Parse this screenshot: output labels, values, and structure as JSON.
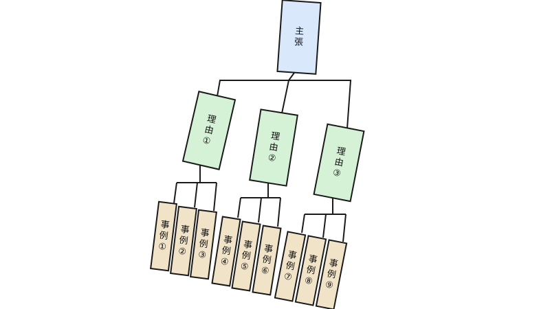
{
  "colors": {
    "claim_fill": "#dae8fb",
    "reason_fill": "#d5f1d6",
    "example_fill": "#f1e3c8",
    "stroke": "#1a1a1a"
  },
  "claim": {
    "lines": [
      "主",
      "張"
    ]
  },
  "reasons": [
    {
      "lines": [
        "理",
        "由",
        "①"
      ],
      "examples": [
        {
          "lines": [
            "事",
            "例",
            "①"
          ]
        },
        {
          "lines": [
            "事",
            "例",
            "②"
          ]
        },
        {
          "lines": [
            "事",
            "例",
            "③"
          ]
        }
      ]
    },
    {
      "lines": [
        "理",
        "由",
        "②"
      ],
      "examples": [
        {
          "lines": [
            "事",
            "例",
            "④"
          ]
        },
        {
          "lines": [
            "事",
            "例",
            "⑤"
          ]
        },
        {
          "lines": [
            "事",
            "例",
            "⑥"
          ]
        }
      ]
    },
    {
      "lines": [
        "理",
        "由",
        "③"
      ],
      "examples": [
        {
          "lines": [
            "事",
            "例",
            "⑦"
          ]
        },
        {
          "lines": [
            "事",
            "例",
            "⑧"
          ]
        },
        {
          "lines": [
            "事",
            "例",
            "⑨"
          ]
        }
      ]
    }
  ]
}
